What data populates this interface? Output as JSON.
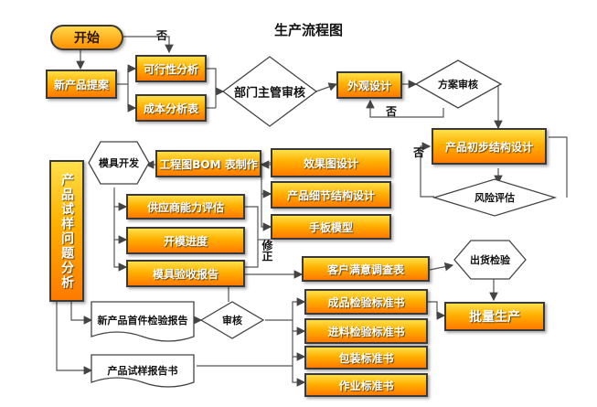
{
  "title": "生产流程图",
  "nodes": {
    "start": "开始",
    "new_product_proposal": "新产品提案",
    "feasibility": "可行性分析",
    "cost_analysis": "成本分析表",
    "dept_review": "部门主管审核",
    "appearance_design": "外观设计",
    "plan_review": "方案审核",
    "initial_structure": "产品初步结构设计",
    "risk_assessment": "风险评估",
    "effect_design": "效果图设计",
    "detail_structure": "产品细节结构设计",
    "hand_model": "手板模型",
    "bom": "工程图BOM 表制作",
    "mold_dev": "模具开发",
    "supplier_eval": "供应商能力评估",
    "mold_progress": "开模进度",
    "mold_acceptance": "模具验收报告",
    "trial_analysis": "产品试样问题分析",
    "customer_survey": "客户满意调查表",
    "shipment_check": "出货检验",
    "mass_production": "批量生产",
    "first_article": "新产品首件检验报告",
    "review": "审核",
    "finished_std": "成品检验标准书",
    "incoming_std": "进料检验标准书",
    "packaging_std": "包装标准书",
    "work_std": "作业标准书",
    "trial_report": "产品试样报告书"
  },
  "edge_labels": {
    "no_top": "否",
    "no_mid": "否",
    "no_left": "否",
    "correction": "修正"
  },
  "colors": {
    "box_top": "#ffe04a",
    "box_bottom": "#ff7a00",
    "line": "#444444"
  }
}
